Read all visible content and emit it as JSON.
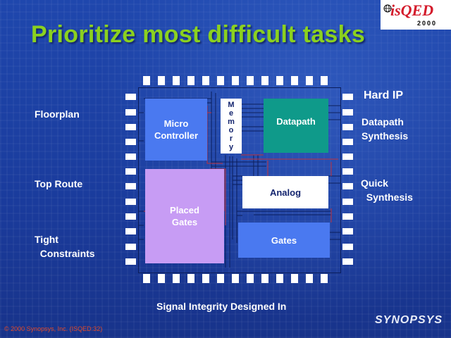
{
  "slide": {
    "title": "Prioritize most difficult tasks",
    "subtitle": "Signal Integrity Designed In",
    "footer_left": "© 2000 Synopsys, Inc. (ISQED:32)",
    "brand": "SYNOPSYS"
  },
  "logo": {
    "text": "isQED",
    "year": "2000"
  },
  "left_labels": {
    "floorplan": "Floorplan",
    "top_route": "Top Route",
    "tight_constraints": "Tight\n  Constraints"
  },
  "right_labels": {
    "hard_ip": "Hard IP",
    "datapath_synthesis": "Datapath\nSynthesis",
    "quick_synthesis": "Quick\n  Synthesis"
  },
  "blocks": {
    "micro_controller": "Micro\nController",
    "memory": "M\ne\nm\no\nr\ny",
    "datapath": "Datapath",
    "analog": "Analog",
    "placed_gates": "Placed\nGates",
    "gates": "Gates"
  },
  "colors": {
    "title": "#8bd11f",
    "micro_controller": "#4a79f0",
    "datapath": "#0f9a8a",
    "placed_gates": "#c79cf4",
    "gates": "#4a79f0",
    "analog": "#ffffff",
    "memory": "#ffffff",
    "background": "#1c3fa0"
  }
}
